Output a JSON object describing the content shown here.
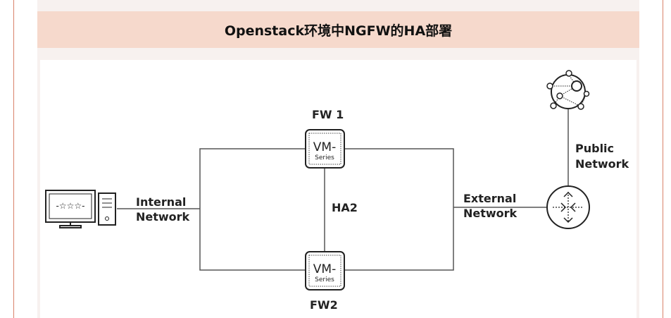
{
  "title": "Openstack环境中NGFW的HA部署",
  "diagram": {
    "fw1_label": "FW 1",
    "fw2_label": "FW2",
    "vm_line1": "VM-",
    "vm_line2": "Series",
    "ha_label": "HA2",
    "internal_network": [
      "Internal",
      "Network"
    ],
    "external_network": [
      "External",
      "Network"
    ],
    "public_network": [
      "Public",
      "Network"
    ]
  }
}
